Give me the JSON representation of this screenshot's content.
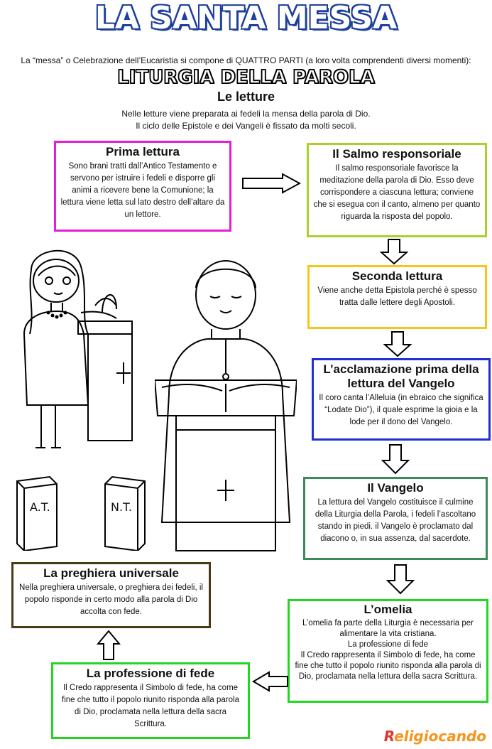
{
  "header": {
    "title": "LA SANTA MESSA",
    "intro": "La “messa” o Celebrazione dell’Eucaristia si compone di QUATTRO PARTI (a loro volta comprendenti diversi momenti):",
    "section": "LITURGIA DELLA PAROLA",
    "subtitle": "Le letture",
    "subtext_1": "Nelle letture viene preparata ai fedeli la mensa della parola di Dio.",
    "subtext_2": "Il ciclo delle Epistole e dei Vangeli è fissato da molti secoli."
  },
  "boxes": {
    "prima": {
      "title": "Prima lettura",
      "text": "Sono brani tratti dall’Antico Testamento e servono per istruire i fedeli e disporre gli animi a ricevere bene la Comunione; la lettura viene letta sul lato destro dell’altare da un lettore.",
      "color": "#e01fd8"
    },
    "salmo": {
      "title": "Il Salmo responsoriale",
      "text": "Il salmo responsoriale favorisce la meditazione della parola di Dio. Esso deve corrispondere a ciascuna lettura; conviene che si esegua con il canto, almeno per quanto riguarda la risposta del popolo.",
      "color": "#a9d12b"
    },
    "seconda": {
      "title": "Seconda lettura",
      "text": "Viene anche detta Epistola perché è spesso tratta dalle lettere degli Apostoli.",
      "color": "#f5c518"
    },
    "acclamazione": {
      "title": "L’acclamazione prima della lettura del Vangelo",
      "text": "Il coro canta l’Alleluia (in ebraico che significa “Lodate Dio”), il quale esprime la gioia e la lode per il dono del Vangelo.",
      "color": "#1f2fd1"
    },
    "vangelo": {
      "title": "Il Vangelo",
      "text": "La lettura del Vangelo costituisce il culmine della Liturgia della Parola, i fedeli l’ascoltano stando in piedi. il Vangelo è proclamato dal diacono o, in sua assenza, dal sacerdote.",
      "color": "#3c8a5a"
    },
    "omelia": {
      "title": "L’omelia",
      "text_1": "L’omelia fa parte della Liturgia è necessaria per alimentare la vita cristiana.",
      "text_2": "La professione di fede",
      "text_3": "Il Credo rappresenta il Simbolo di fede, ha come fine che tutto il popolo riunito risponda alla parola di Dio, proclamata nella lettura della sacra Scrittura.",
      "color": "#22d622"
    },
    "professione": {
      "title": "La professione di fede",
      "text": "Il Credo rappresenta il Simbolo di fede, ha come fine che tutto il popolo riunito risponda alla parola di Dio, proclamata nella lettura della sacra Scrittura.",
      "color": "#22d622"
    },
    "preghiera": {
      "title": "La preghiera universale",
      "text": "Nella preghiera universale, o preghiera dei fedeli, il popolo risponde in certo modo alla parola di Dio accolta con fede.",
      "color": "#4a3a1a"
    }
  },
  "illustration": {
    "book_left": "A.T.",
    "book_right": "N.T."
  },
  "logo": {
    "first": "R",
    "rest": "eligiocando"
  }
}
